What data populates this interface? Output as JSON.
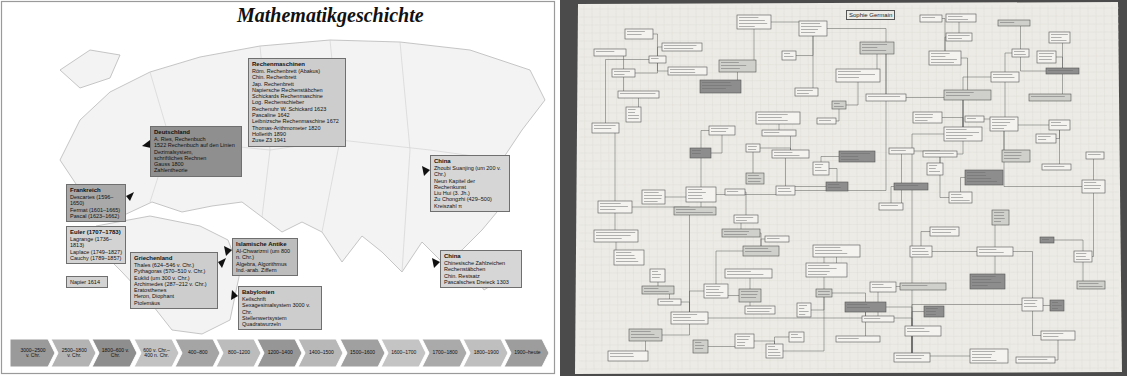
{
  "diagram": {
    "title": "Mathematikgeschichte",
    "nodes": [
      {
        "text": [
          "Rechenmaschinen",
          "Röm. Rechenbrett (Abakus)",
          "Chin. Rechenbrett",
          "Jap. Rechenbrett",
          "Napiersche Rechenstäbchen",
          "Schickards Rechenmaschine",
          "Log. Rechenschieber",
          "Rechenuhr W. Schickard 1623",
          "Pascaline 1642",
          "Leibnizsche Rechenmaschine 1672",
          "Thomas-Arithmometer 1820",
          "Hollerith 1890",
          "Zuse Z3 1941"
        ]
      },
      {
        "text": [
          "Deutschland",
          "A. Ries, Rechenbuch",
          "1522 Rechenbuch auf den Linien",
          "Dezimalsystem,",
          "schriftliches Rechnen",
          "Gauss 1800",
          "Zahlentheorie"
        ]
      },
      {
        "text": [
          "Frankreich",
          "Descartes (1596–1650)",
          "Fermat (1601–1665)",
          "Pascal (1623–1662)"
        ]
      },
      {
        "text": [
          "Euler (1707–1783)",
          "Lagrange (1736–1813)",
          "Laplace (1749–1827)",
          "Cauchy (1789–1857)"
        ]
      },
      {
        "text": [
          "Napier 1614"
        ]
      },
      {
        "text": [
          "Griechenland",
          "Thales (624–546 v. Chr.)",
          "Pythagoras (570–510 v. Chr.)",
          "Euklid (um 300 v. Chr.)",
          "Archimedes (287–212 v. Chr.)",
          "Eratosthenes",
          "Heron, Diophant",
          "Ptolemäus"
        ]
      },
      {
        "text": [
          "Islamische Antike",
          "Al-Chwarizmi (um 800 n. Chr.)",
          "Algebra, Algorithmus",
          "Ind.-arab. Ziffern"
        ]
      },
      {
        "text": [
          "Babylonien",
          "Keilschrift",
          "Sexagesimalsystem 3000 v. Chr.",
          "Stellenwertsystem",
          "Quadratwurzeln"
        ]
      },
      {
        "text": [
          "China",
          "Zhoubi Suanjing (um 200 v. Chr.)",
          "Neun Kapitel der Rechenkunst",
          "Liu Hui (3. Jh.)",
          "Zu Chongzhi (429–500)",
          "Kreiszahl π"
        ]
      },
      {
        "text": [
          "China",
          "Chinesische Zahlzeichen",
          "Rechenstäbchen",
          "Chin. Restsatz",
          "Pascalsches Dreieck 1303"
        ]
      },
      {
        "text": [
          "3000–2500 v. Chr."
        ]
      },
      {
        "text": [
          "2500–1800 v. Chr."
        ]
      },
      {
        "text": [
          "1800–600 v. Chr."
        ]
      },
      {
        "text": [
          "600 v. Chr.–400 n. Chr."
        ]
      },
      {
        "text": [
          "400–800"
        ]
      },
      {
        "text": [
          "800–1200"
        ]
      },
      {
        "text": [
          "1200–1400"
        ]
      },
      {
        "text": [
          "1400–1500"
        ]
      },
      {
        "text": [
          "1500–1600"
        ]
      },
      {
        "text": [
          "1600–1700"
        ]
      },
      {
        "text": [
          "1700–1800"
        ]
      },
      {
        "text": [
          "1800–1900"
        ]
      },
      {
        "text": [
          "1900–heute"
        ]
      }
    ],
    "labels": [
      "Sophie Germain"
    ]
  }
}
